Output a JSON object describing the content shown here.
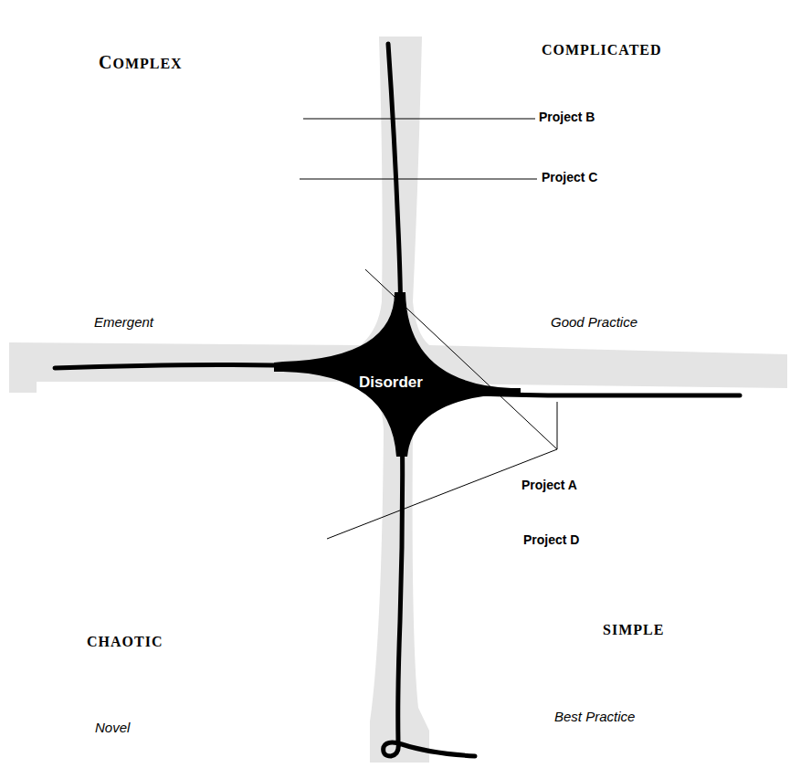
{
  "diagram": {
    "nodes": [
      {
        "text": [
          "Disorder"
        ]
      }
    ],
    "labels": [
      "COMPLEX",
      "COMPLICATED",
      "Project B",
      "Project C",
      "Emergent",
      "Good Practice",
      "Project A",
      "Project D",
      "CHAOTIC",
      "SIMPLE",
      "Novel",
      "Best Practice"
    ]
  }
}
